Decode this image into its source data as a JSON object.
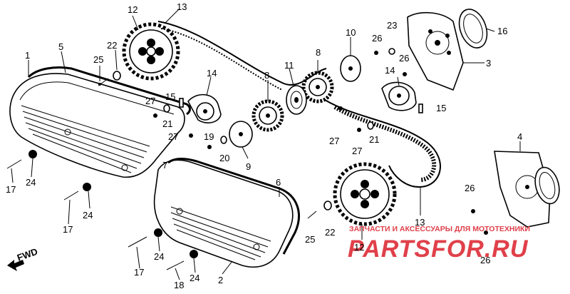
{
  "callouts": [
    {
      "id": "c1",
      "text": "1"
    },
    {
      "id": "c2",
      "text": "2"
    },
    {
      "id": "c3",
      "text": "3"
    },
    {
      "id": "c4",
      "text": "4"
    },
    {
      "id": "c5",
      "text": "5"
    },
    {
      "id": "c6",
      "text": "6"
    },
    {
      "id": "c7",
      "text": "7"
    },
    {
      "id": "c8a",
      "text": "8"
    },
    {
      "id": "c8b",
      "text": "8"
    },
    {
      "id": "c9",
      "text": "9"
    },
    {
      "id": "c10",
      "text": "10"
    },
    {
      "id": "c11",
      "text": "11"
    },
    {
      "id": "c12a",
      "text": "12"
    },
    {
      "id": "c12b",
      "text": "12"
    },
    {
      "id": "c13a",
      "text": "13"
    },
    {
      "id": "c13b",
      "text": "13"
    },
    {
      "id": "c14a",
      "text": "14"
    },
    {
      "id": "c14b",
      "text": "14"
    },
    {
      "id": "c15a",
      "text": "15"
    },
    {
      "id": "c15b",
      "text": "15"
    },
    {
      "id": "c16",
      "text": "16"
    },
    {
      "id": "c17a",
      "text": "17"
    },
    {
      "id": "c17b",
      "text": "17"
    },
    {
      "id": "c17c",
      "text": "17"
    },
    {
      "id": "c18",
      "text": "18"
    },
    {
      "id": "c19",
      "text": "19"
    },
    {
      "id": "c20",
      "text": "20"
    },
    {
      "id": "c21a",
      "text": "21"
    },
    {
      "id": "c21b",
      "text": "21"
    },
    {
      "id": "c22a",
      "text": "22"
    },
    {
      "id": "c22b",
      "text": "22"
    },
    {
      "id": "c23",
      "text": "23"
    },
    {
      "id": "c24a",
      "text": "24"
    },
    {
      "id": "c24b",
      "text": "24"
    },
    {
      "id": "c24c",
      "text": "24"
    },
    {
      "id": "c24d",
      "text": "24"
    },
    {
      "id": "c25a",
      "text": "25"
    },
    {
      "id": "c25b",
      "text": "25"
    },
    {
      "id": "c26a",
      "text": "26"
    },
    {
      "id": "c26b",
      "text": "26"
    },
    {
      "id": "c26c",
      "text": "26"
    },
    {
      "id": "c26d",
      "text": "26"
    },
    {
      "id": "c27a",
      "text": "27"
    },
    {
      "id": "c27b",
      "text": "27"
    },
    {
      "id": "c27c",
      "text": "27"
    },
    {
      "id": "c27d",
      "text": "27"
    }
  ],
  "fwd_label": "FWD",
  "watermark": {
    "tagline": "ЗАПЧАСТИ И АКСЕССУАРЫ ДЛЯ МОТОТЕХНИКИ",
    "site": "PARTSFOR.RU",
    "color": "#e0404a"
  }
}
